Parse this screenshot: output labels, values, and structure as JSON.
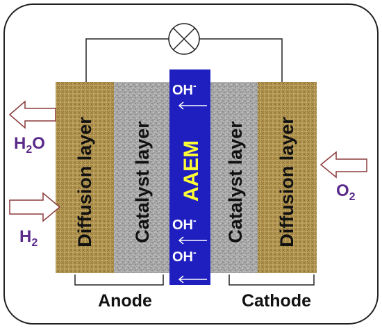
{
  "layers": {
    "left_diffusion": "Diffusion layer",
    "left_catalyst": "Catalyst layer",
    "membrane": "AAEM",
    "right_catalyst": "Catalyst layer",
    "right_diffusion": "Diffusion layer"
  },
  "ions": [
    {
      "base": "OH",
      "charge": "-"
    },
    {
      "base": "OH",
      "charge": "-"
    },
    {
      "base": "OH",
      "charge": "-"
    }
  ],
  "electrodes": {
    "anode": "Anode",
    "cathode": "Cathode"
  },
  "flows": {
    "water_out": {
      "base": "H",
      "sub": "2",
      "rest": "O"
    },
    "hydrogen_in": {
      "base": "H",
      "sub": "2"
    },
    "oxygen_in": {
      "base": "O",
      "sub": "2"
    }
  },
  "colors": {
    "membrane_fill": "#1f1fbf",
    "membrane_text": "#ffff33",
    "ion_text": "#ffffff",
    "label_purple": "#5a2a8a",
    "arrow_outline": "#8b3a3a",
    "diffusion_fill": "#b89a52",
    "catalyst_fill": "#a8a8a8"
  },
  "icons": {
    "load": "lamp-cross-circle-icon"
  }
}
